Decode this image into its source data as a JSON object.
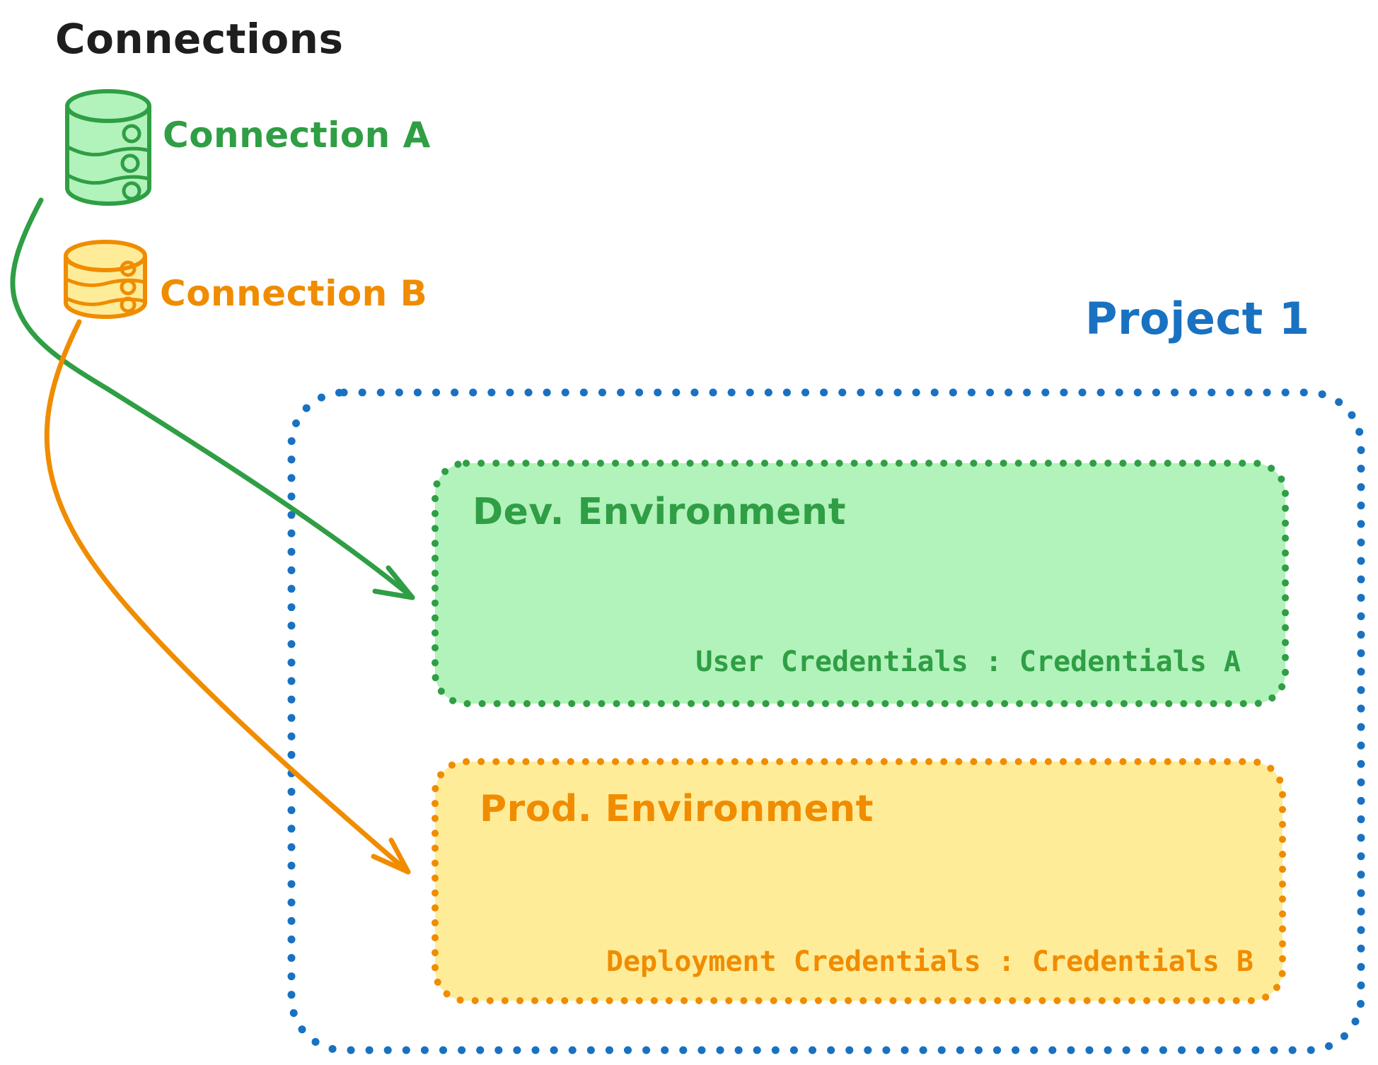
{
  "diagram": {
    "title": "Connections",
    "connections": [
      {
        "id": "a",
        "label": "Connection A",
        "icon": "database-icon",
        "color": "#2f9e44",
        "fill": "#b2f2bb"
      },
      {
        "id": "b",
        "label": "Connection B",
        "icon": "database-icon",
        "color": "#f08c00",
        "fill": "#ffec99"
      }
    ],
    "project": {
      "title": "Project 1",
      "color": "#1971c2",
      "border_style": "dotted",
      "environments": [
        {
          "name": "Dev. Environment",
          "credentials_text": "User Credentials : Credentials A",
          "credentials_label": "User Credentials",
          "credentials_value": "Credentials A",
          "color": "#2f9e44",
          "fill": "#b2f2bb",
          "border_style": "dotted"
        },
        {
          "name": "Prod. Environment",
          "credentials_text": "Deployment Credentials : Credentials B",
          "credentials_label": "Deployment Credentials",
          "credentials_value": "Credentials B",
          "color": "#f08c00",
          "fill": "#ffec99",
          "border_style": "dotted"
        }
      ]
    },
    "arrows": [
      {
        "from": "Connection A",
        "to": "Dev. Environment",
        "color": "#2f9e44"
      },
      {
        "from": "Connection B",
        "to": "Prod. Environment",
        "color": "#f08c00"
      }
    ]
  },
  "colors": {
    "ink": "#1e1e1e",
    "green": "#2f9e44",
    "green_fill": "#b2f2bb",
    "orange": "#f08c00",
    "orange_fill": "#ffec99",
    "blue": "#1971c2",
    "background": "#ffffff"
  }
}
